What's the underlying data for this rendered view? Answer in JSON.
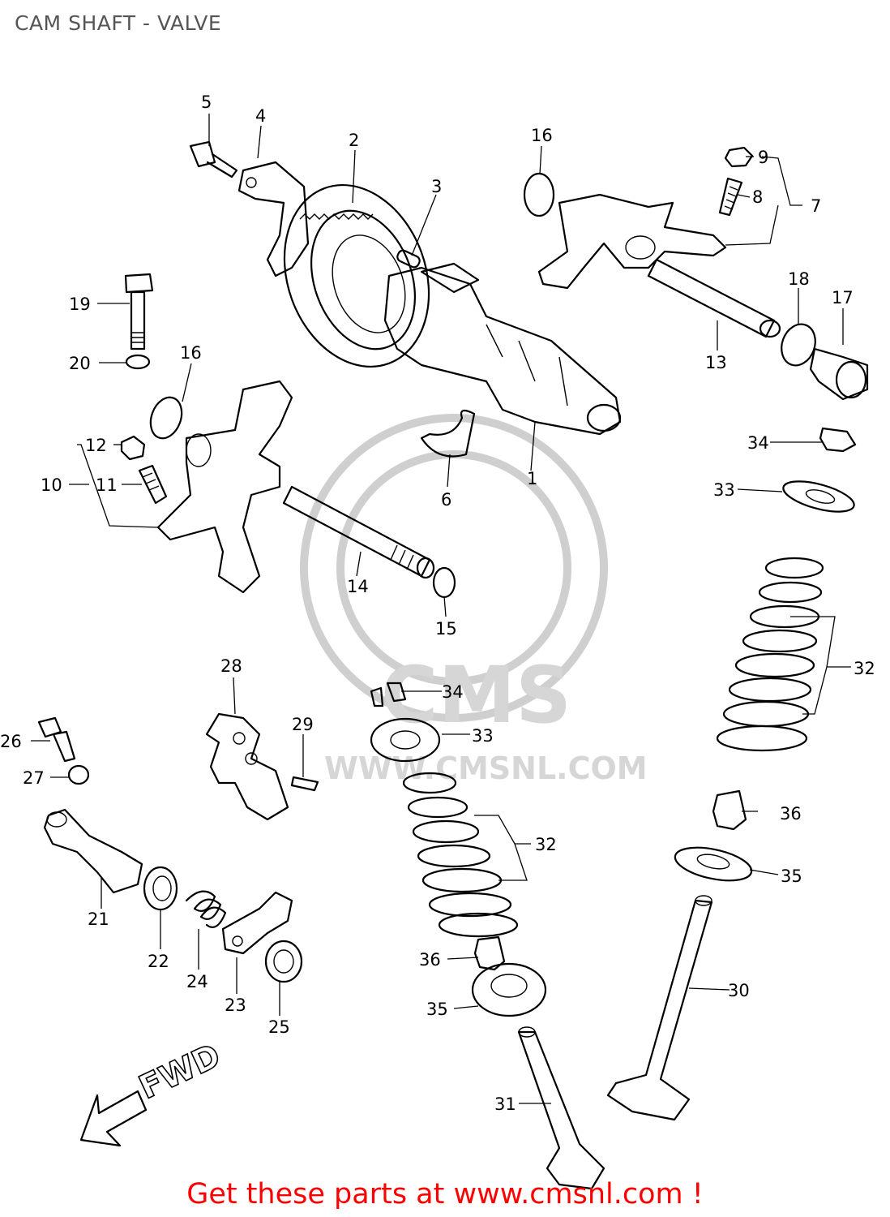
{
  "title": "CAM SHAFT - VALVE",
  "watermark": {
    "brand": "CMS",
    "url": "WWW.CMSNL.COM"
  },
  "fwd_label": "FWD",
  "cta": "Get these parts at www.cmsnl.com !",
  "callouts": {
    "c1": "1",
    "c2": "2",
    "c3": "3",
    "c4": "4",
    "c5": "5",
    "c6": "6",
    "c7": "7",
    "c8": "8",
    "c9": "9",
    "c10": "10",
    "c11": "11",
    "c12": "12",
    "c13": "13",
    "c14": "14",
    "c15": "15",
    "c16a": "16",
    "c16b": "16",
    "c17": "17",
    "c18": "18",
    "c19": "19",
    "c20": "20",
    "c21": "21",
    "c22": "22",
    "c23": "23",
    "c24": "24",
    "c25": "25",
    "c26": "26",
    "c27": "27",
    "c28": "28",
    "c29": "29",
    "c30": "30",
    "c31": "31",
    "c32a": "32",
    "c32b": "32",
    "c33a": "33",
    "c33b": "33",
    "c34a": "34",
    "c34b": "34",
    "c35a": "35",
    "c35b": "35",
    "c36a": "36",
    "c36b": "36"
  }
}
